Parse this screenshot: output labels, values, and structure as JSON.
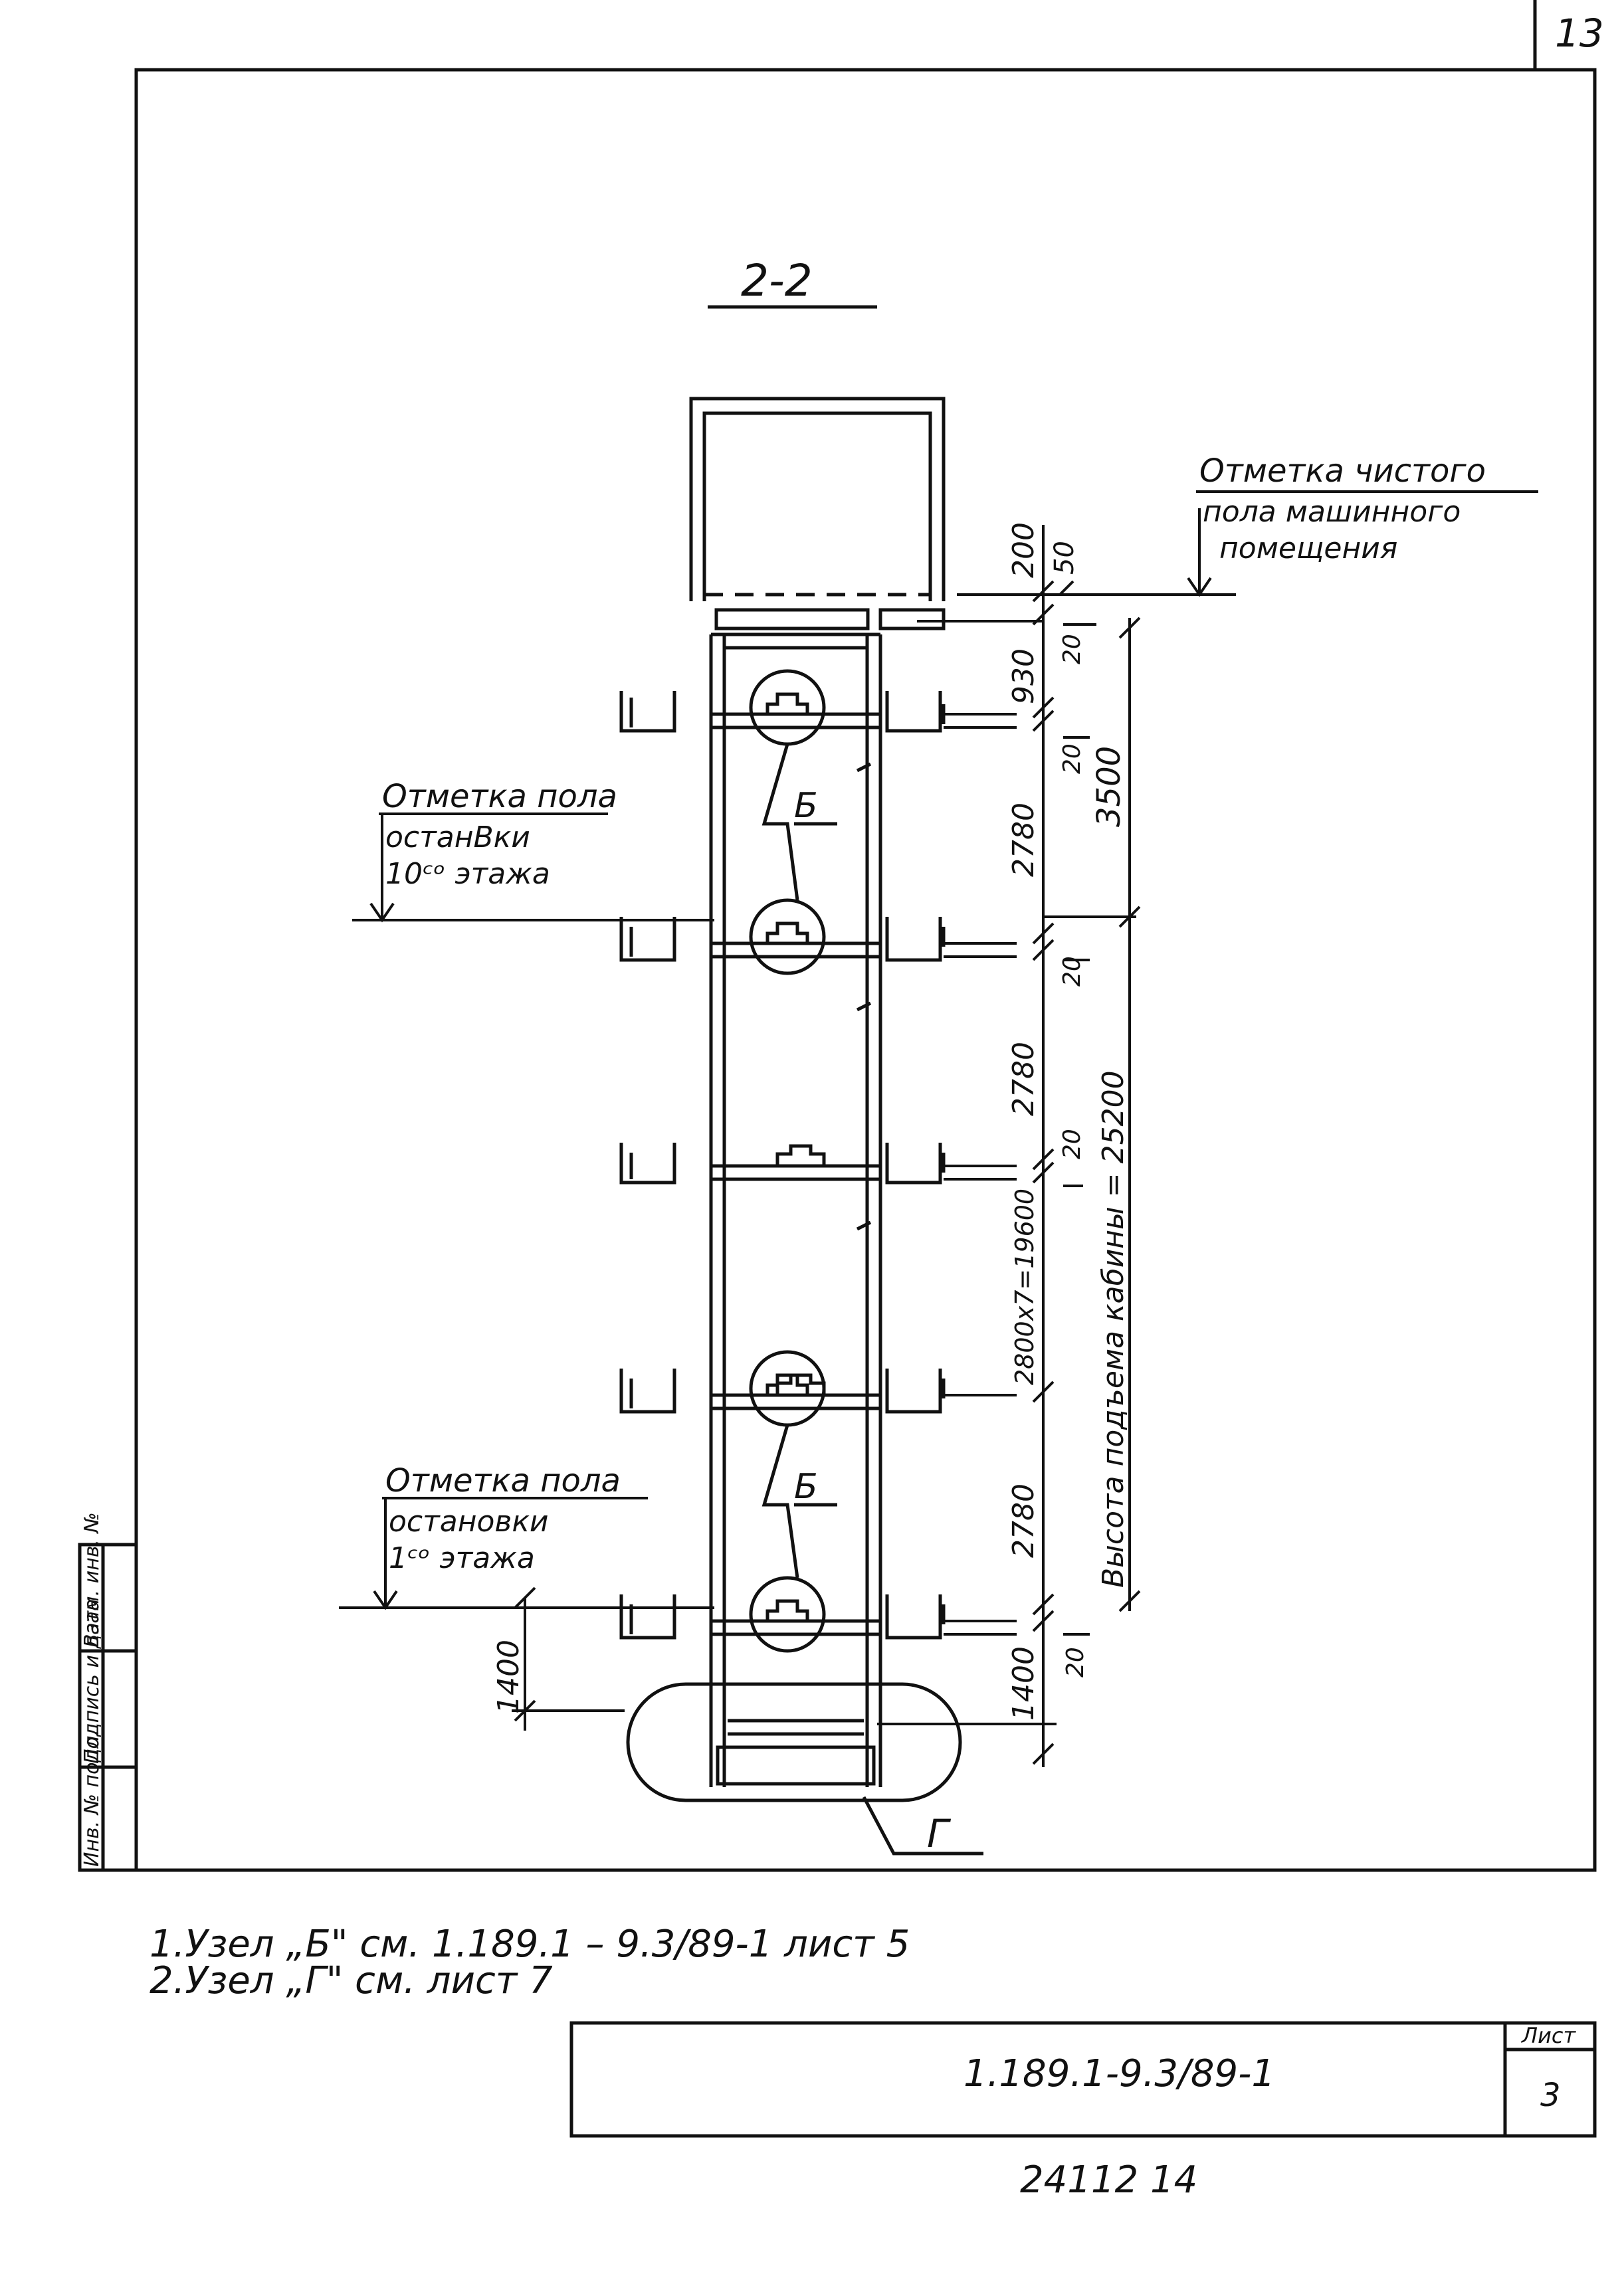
{
  "page_number": "13",
  "section_title": "2-2",
  "annotations": {
    "machine_room": [
      "Отметка чистого",
      "пола машинного",
      "помещения"
    ],
    "floor_10": [
      "Отметка пола",
      "останВки",
      "10ᶜᵒ этажа"
    ],
    "floor_1": [
      "Отметка пола",
      "остановки",
      "1ᶜᵒ этажа"
    ],
    "node_b_upper": "Б",
    "node_b_lower": "Б",
    "node_g": "Г"
  },
  "dimensions": {
    "d200": "200",
    "d50": "50",
    "d20_top": "20",
    "d930": "930",
    "d20_b": "20",
    "d3500": "3500",
    "d2780_a": "2780",
    "d20_c": "20",
    "d2780_b": "2780",
    "d20_d": "20",
    "d2800x": "2800x7=19600",
    "d2780_c": "2780",
    "d20_e": "20",
    "d1400_left": "1400",
    "d1400_right": "1400",
    "lift_height": "Высота подъема кабины = 25200"
  },
  "notes": [
    "1.Узел „Б\" см.  1.189.1 – 9.3/89-1   лист 5",
    "2.Узел „Г\" см.   лист 7"
  ],
  "side_stamp": [
    "Инв. № подл.",
    "Подпись и дата",
    "Взам. инв. №"
  ],
  "title_block": {
    "doc_code": "1.189.1-9.3/89-1",
    "sheet_label": "Лист",
    "sheet_number": "3"
  },
  "footer_number": "24112    14"
}
